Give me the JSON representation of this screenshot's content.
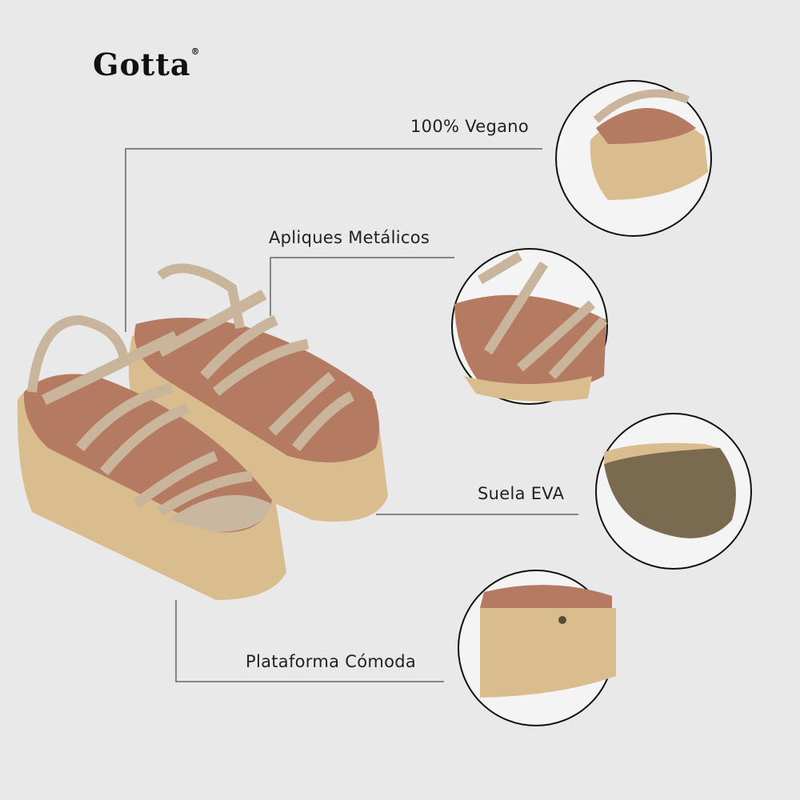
{
  "brand": {
    "logo_text": "Gotta",
    "registered": "®"
  },
  "features": [
    {
      "label": "100% Vegano"
    },
    {
      "label": "Apliques Metálicos"
    },
    {
      "label": "Suela EVA"
    },
    {
      "label": "Plataforma Cómoda"
    }
  ],
  "colors": {
    "background": "#e9e9e9",
    "line": "#666666",
    "platform": "#d9bd8f",
    "strap": "#c8b59c",
    "insole": "#b57a62"
  }
}
